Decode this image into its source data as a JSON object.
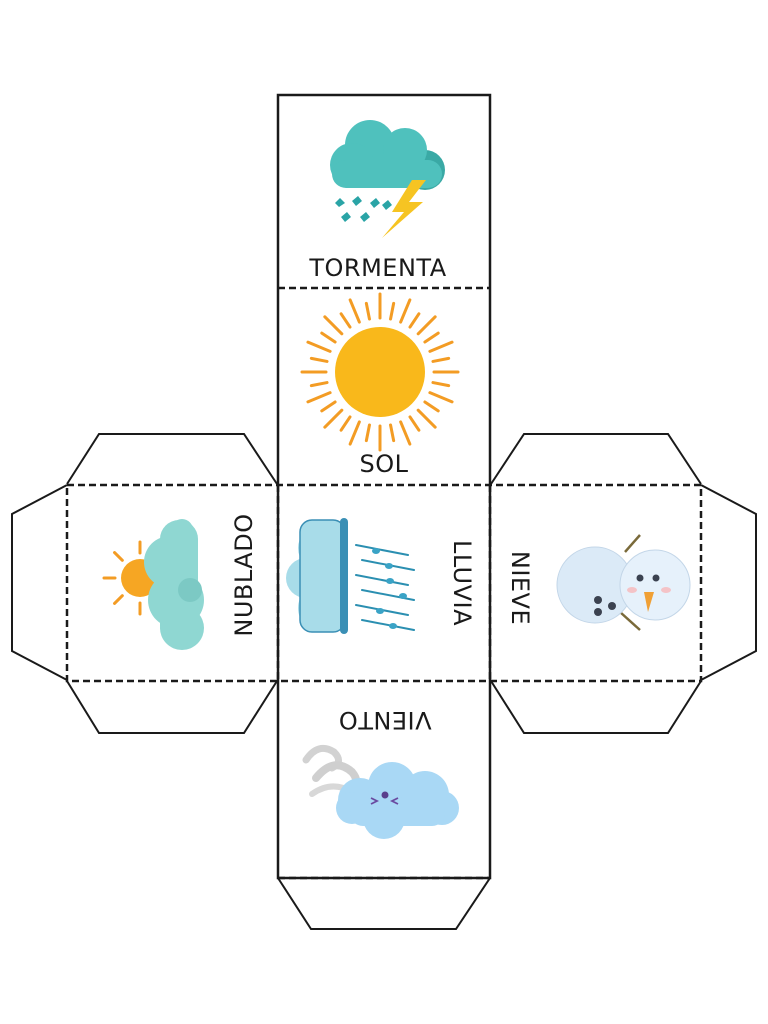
{
  "faces": {
    "storm": {
      "label": "TORMENTA",
      "icon": "storm-cloud-lightning-icon"
    },
    "sun": {
      "label": "SOL",
      "icon": "sun-icon"
    },
    "cloudy": {
      "label": "NUBLADO",
      "icon": "partly-cloudy-icon"
    },
    "rain": {
      "label": "LLUVIA",
      "icon": "rain-cloud-icon"
    },
    "snow": {
      "label": "NIEVE",
      "icon": "snowman-icon"
    },
    "wind": {
      "label": "VIENTO",
      "icon": "wind-cloud-icon"
    }
  },
  "colors": {
    "outline": "#1a1a1a",
    "storm_cloud": "#4fc1bd",
    "lightning": "#f6c422",
    "sun": "#f9b81b",
    "sun_rays": "#f39c24",
    "cloudy_cloud": "#8fd7d2",
    "rain_cloud": "#a8dce9",
    "rain_drops": "#2b8fb1",
    "snow": "#dbeaf7",
    "wind_cloud": "#a9d8f5"
  }
}
